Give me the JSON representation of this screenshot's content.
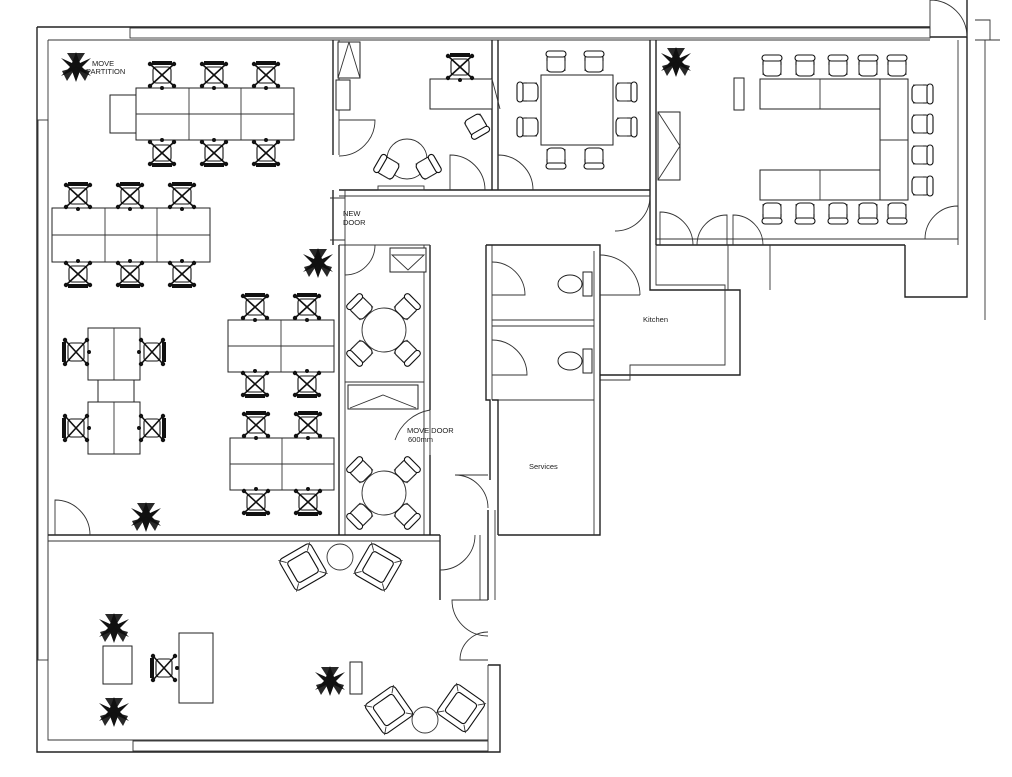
{
  "labels": {
    "move_partition_line1": "MOVE",
    "move_partition_line2": "PARTITION",
    "new_door_line1": "NEW",
    "new_door_line2": "DOOR",
    "kitchen": "Kitchen",
    "move_door_line1": "MOVE DOOR",
    "move_door_line2": "600mm",
    "services": "Services"
  }
}
